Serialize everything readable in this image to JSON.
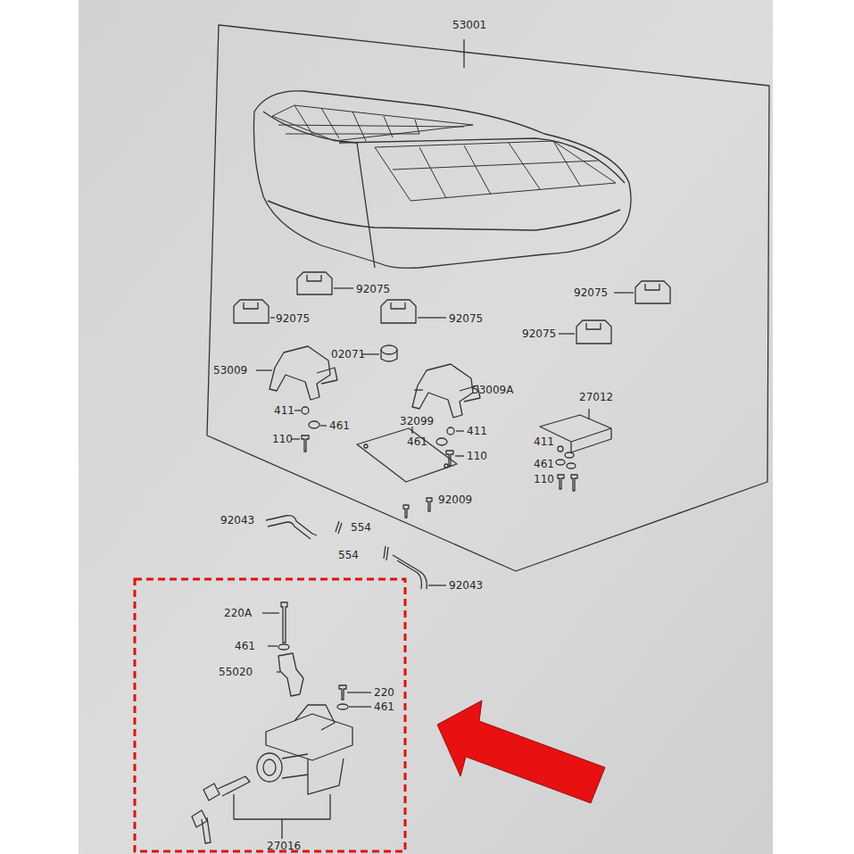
{
  "diagram": {
    "labels": [
      "53001",
      "92075",
      "92075",
      "92075",
      "92075",
      "92075",
      "02071",
      "53009",
      "53009A",
      "27012",
      "411",
      "461",
      "110",
      "32099",
      "461",
      "411",
      "110",
      "411",
      "461",
      "110",
      "92009",
      "92043",
      "554",
      "554",
      "92043",
      "220A",
      "461",
      "55020",
      "220",
      "461",
      "27016"
    ]
  }
}
